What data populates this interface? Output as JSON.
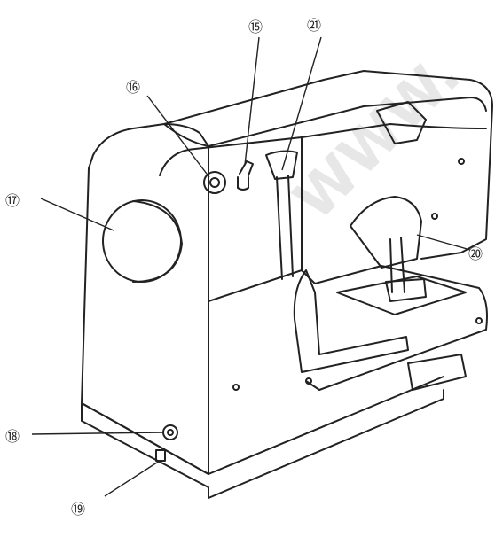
{
  "watermark": "WWW.",
  "callouts": [
    {
      "id": "15",
      "label": "⑮"
    },
    {
      "id": "16",
      "label": "⑯"
    },
    {
      "id": "17",
      "label": "⑰"
    },
    {
      "id": "18",
      "label": "⑱"
    },
    {
      "id": "19",
      "label": "⑲"
    },
    {
      "id": "20",
      "label": "⑳"
    },
    {
      "id": "21",
      "label": "㉑"
    }
  ]
}
